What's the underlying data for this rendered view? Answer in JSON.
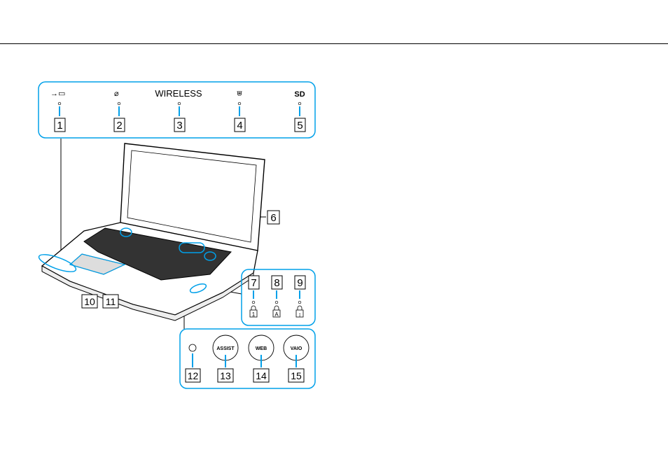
{
  "top_panel": {
    "icons": [
      {
        "name": "battery-charge-icon",
        "num": "1"
      },
      {
        "name": "disk-drive-icon",
        "num": "2"
      },
      {
        "name": "wireless-text",
        "text": "WIRELESS",
        "num": "3"
      },
      {
        "name": "memory-stick-icon",
        "num": "4"
      },
      {
        "name": "sd-text",
        "text": "SD",
        "num": "5"
      }
    ]
  },
  "callout_6": "6",
  "callout_10": "10",
  "callout_11": "11",
  "lock_panel": {
    "items": [
      {
        "name": "num-lock-icon",
        "num": "7",
        "glyph": "1"
      },
      {
        "name": "caps-lock-icon",
        "num": "8",
        "glyph": "A"
      },
      {
        "name": "scroll-lock-icon",
        "num": "9",
        "glyph": "↕"
      }
    ]
  },
  "button_panel": {
    "items": [
      {
        "name": "light-sensor-icon",
        "num": "12",
        "text": ""
      },
      {
        "name": "assist-button",
        "num": "13",
        "text": "ASSIST"
      },
      {
        "name": "web-button",
        "num": "14",
        "text": "WEB"
      },
      {
        "name": "vaio-button",
        "num": "15",
        "text": "VAIO"
      }
    ]
  },
  "colors": {
    "accent": "#00a0e9",
    "line": "#000000",
    "panel_border": "#00a0e9"
  }
}
